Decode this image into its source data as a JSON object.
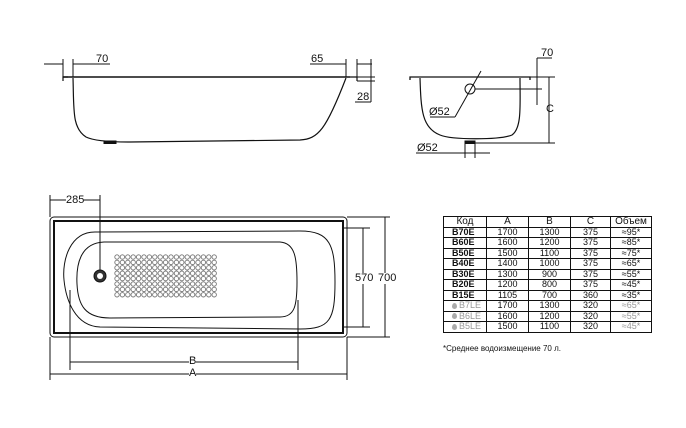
{
  "side_view": {
    "dim_left_lip": "70",
    "dim_right_lip": "65",
    "dim_rim_height": "28"
  },
  "end_view": {
    "dim_overflow_height": "70",
    "dim_depth": "C",
    "dim_overflow_diameter": "Ø52",
    "dim_drain_diameter": "Ø52"
  },
  "top_view": {
    "dim_drain_offset": "285",
    "dim_inner_width": "570",
    "dim_outer_width": "700",
    "dim_inner_length": "B",
    "dim_outer_length": "A"
  },
  "table": {
    "headers": [
      "Код",
      "A",
      "B",
      "C",
      "Объем"
    ],
    "rows": [
      {
        "code": "B70E",
        "a": "1700",
        "b": "1300",
        "c": "375",
        "vol": "≈95*",
        "light": false
      },
      {
        "code": "B60E",
        "a": "1600",
        "b": "1200",
        "c": "375",
        "vol": "≈85*",
        "light": false
      },
      {
        "code": "B50E",
        "a": "1500",
        "b": "1100",
        "c": "375",
        "vol": "≈75*",
        "light": false
      },
      {
        "code": "B40E",
        "a": "1400",
        "b": "1000",
        "c": "375",
        "vol": "≈65*",
        "light": false
      },
      {
        "code": "B30E",
        "a": "1300",
        "b": "900",
        "c": "375",
        "vol": "≈55*",
        "light": false
      },
      {
        "code": "B20E",
        "a": "1200",
        "b": "800",
        "c": "375",
        "vol": "≈45*",
        "light": false
      },
      {
        "code": "B15E",
        "a": "1105",
        "b": "700",
        "c": "360",
        "vol": "≈35*",
        "light": false
      },
      {
        "code": "B7LE",
        "a": "1700",
        "b": "1300",
        "c": "320",
        "vol": "≈65*",
        "light": true
      },
      {
        "code": "B6LE",
        "a": "1600",
        "b": "1200",
        "c": "320",
        "vol": "≈55*",
        "light": true
      },
      {
        "code": "B5LE",
        "a": "1500",
        "b": "1100",
        "c": "320",
        "vol": "≈45*",
        "light": true
      }
    ],
    "footnote": "*Среднее водоизмещение 70 л."
  }
}
